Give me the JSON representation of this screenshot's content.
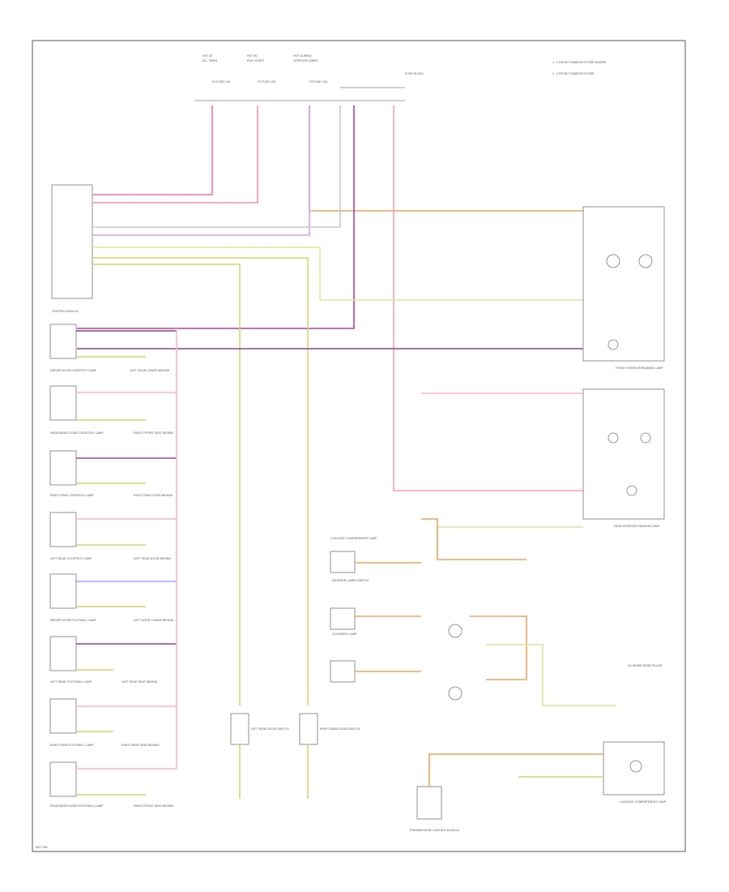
{
  "title": "",
  "legend": {
    "line1": "1 - 2 FRONT SUBSEAT/OTHER ENGINE",
    "line2": "2 - 2 FRONT SUBSEAT/OTHER"
  },
  "fuses": [
    {
      "label1": "HOT AT",
      "label2": "ALL TIMES",
      "fuse": "F1 FUSE 10A"
    },
    {
      "label1": "HOT IN",
      "label2": "RUN, START",
      "fuse": "F2 FUSE 10A"
    },
    {
      "label1": "HOT DURING",
      "label2": "INTERIOR LAMPS",
      "fuse": "F3 FUSE 10A"
    }
  ],
  "fuse_block_label": "FUSE BLOCK",
  "central_module_label": "CENTRAL MODULE",
  "courtesy_lamps": [
    {
      "name": "DRIVER DOOR COURTESY LAMP",
      "ground": "LEFT DOOR LOWER BEHIND"
    },
    {
      "name": "PASSENGER DOOR COURTESY LAMP",
      "ground": "RIGHT FRONT SEAT BEHIND"
    },
    {
      "name": "RIGHT REAR COURTESY LAMP",
      "ground": "RIGHT REAR DOOR BEHIND"
    },
    {
      "name": "LEFT REAR COURTESY LAMP",
      "ground": "LEFT REAR DOOR BEHIND"
    },
    {
      "name": "DRIVER DOOR FOOTWELL LAMP",
      "ground": "LEFT DOOR LOWER BEHIND"
    },
    {
      "name": "LEFT REAR FOOTWELL LAMP",
      "ground": "LEFT REAR SEAT BEHIND"
    },
    {
      "name": "RIGHT REAR FOOTWELL LAMP",
      "ground": "RIGHT REAR SEAT BEHIND"
    },
    {
      "name": "PASSENGER DOOR FOOTWELL LAMP",
      "ground": "RIGHT FRONT SEAT BEHIND"
    }
  ],
  "front_lamp_label": "FRONT INTERIOR/READING LAMP",
  "rear_lamp_label": "REAR INTERIOR READING LAMP",
  "luggage_lamp_label": "LUGGAGE COMPARTMENT LAMP",
  "glovebox_lamp_label": "GLOVEBOX LAMP",
  "left_door_switch": "LEFT REAR DOOR SWITCH",
  "right_door_switch": "RIGHT REAR DOOR SWITCH",
  "interior_switch": "INTERIOR LAMPS SWITCH",
  "transmission_label": "TRANSMISSION CONTROL MODULE",
  "footer_code": "W07-065",
  "ground_label": "G4 INSIDE REAR PILLAR"
}
